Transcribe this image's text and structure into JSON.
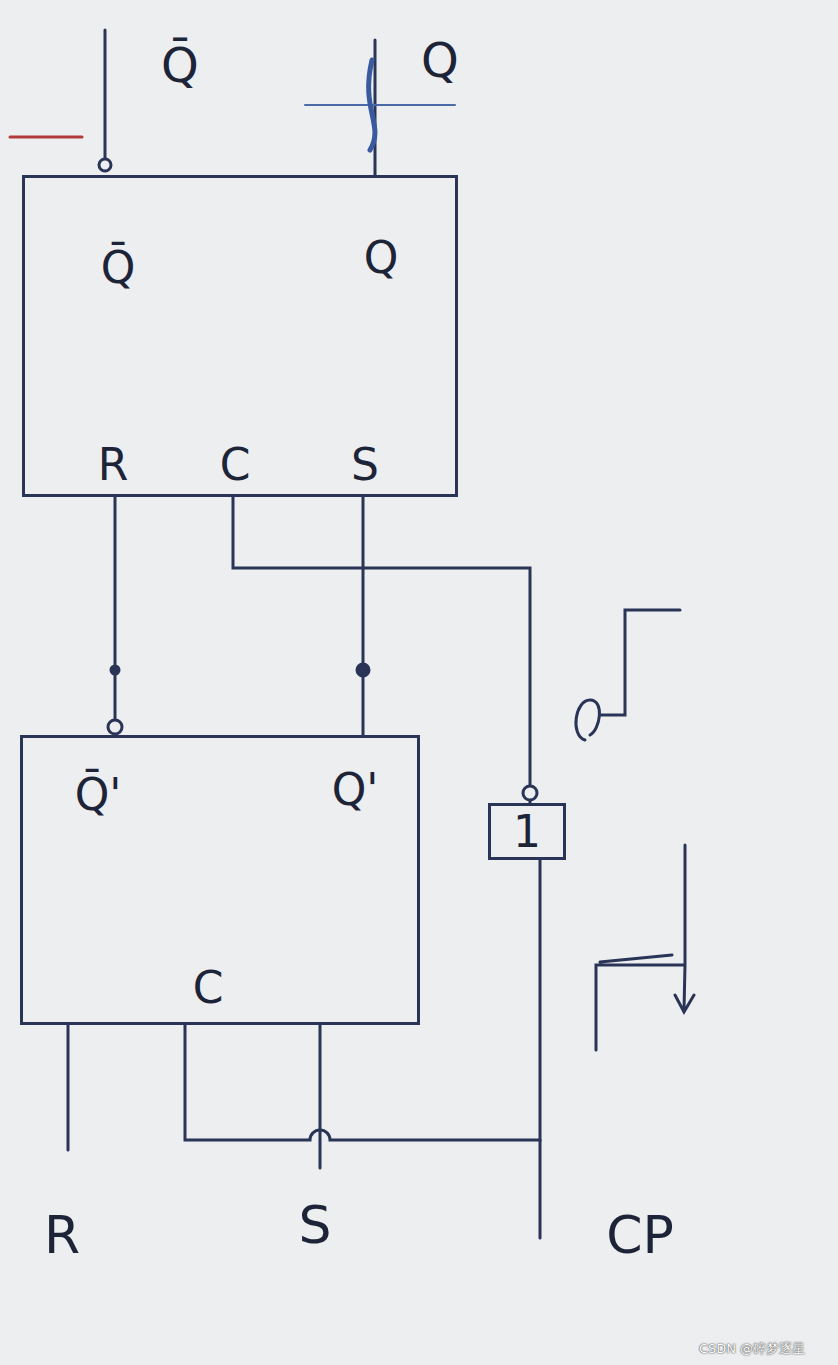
{
  "diagram": {
    "nodes": [
      {
        "text": [
          "Q̄",
          "Q",
          "R",
          "C",
          "S"
        ]
      },
      {
        "text": [
          "Q̄'",
          "Q'",
          "C"
        ]
      },
      {
        "text": [
          "1"
        ]
      }
    ],
    "edges": [
      {
        "from": 1,
        "to": 0,
        "arrow": "none"
      },
      {
        "from": 1,
        "to": 0,
        "arrow": "none"
      },
      {
        "from": 2,
        "to": 0,
        "arrow": "none"
      },
      {
        "from": 1,
        "to": 2,
        "arrow": "none"
      }
    ],
    "labels": [
      "Q̄",
      "Q",
      "R",
      "S",
      "CP",
      "CSDN @碎梦逐星"
    ]
  }
}
